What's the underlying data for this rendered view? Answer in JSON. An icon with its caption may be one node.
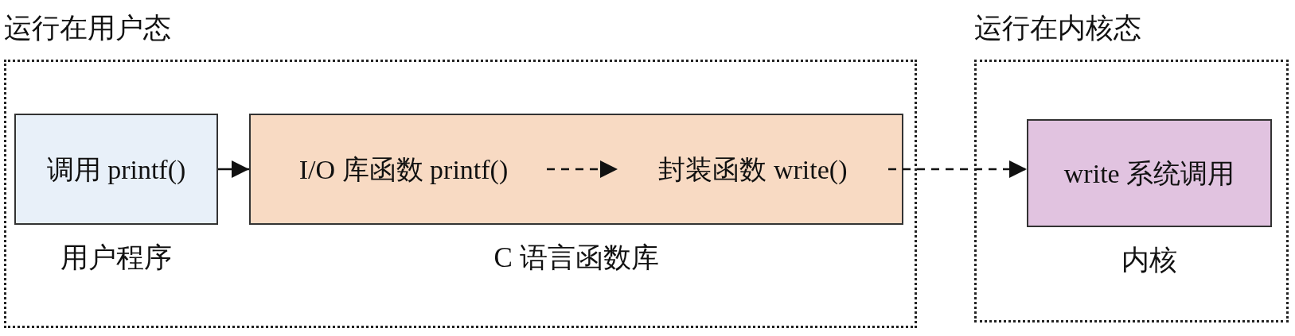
{
  "diagram": {
    "nodes": [
      {
        "text": [
          "运行在用户态"
        ]
      },
      {
        "text": [
          "调用 printf()"
        ],
        "beside": [
          "用户程序"
        ],
        "in": 0
      },
      {
        "text": [],
        "shape": "box",
        "beside": [
          "C 语言函数库"
        ],
        "in": 0
      },
      {
        "text": [
          "I/O 库函数 printf()"
        ],
        "in": 2
      },
      {
        "text": [
          "封装函数 write()"
        ],
        "in": 2
      },
      {
        "text": [
          "运行在内核态"
        ]
      },
      {
        "text": [
          "write 系统调用"
        ],
        "beside": [
          "内核"
        ],
        "in": 5
      }
    ],
    "edges": [
      {
        "from": 1,
        "to": 2,
        "arrow": "to"
      },
      {
        "from": 3,
        "to": 4,
        "arrow": "to",
        "style": "dashed"
      },
      {
        "from": 4,
        "to": 6,
        "arrow": "to",
        "style": "dashed"
      }
    ]
  }
}
